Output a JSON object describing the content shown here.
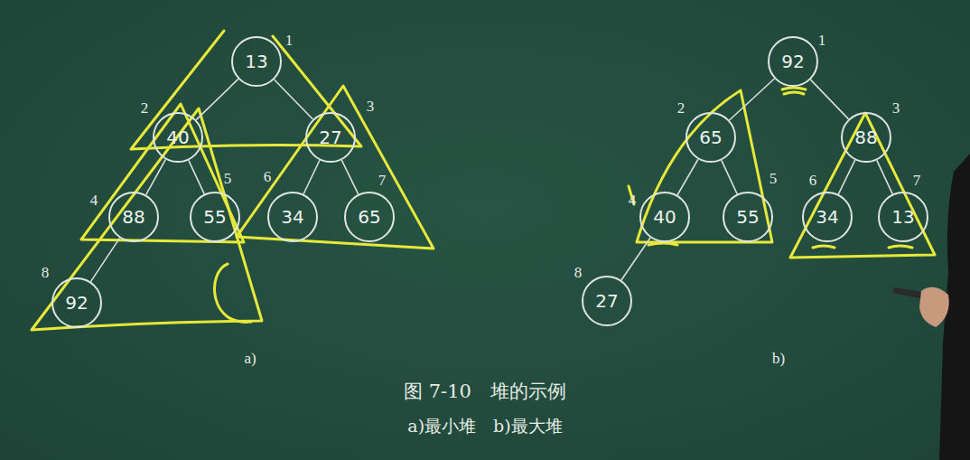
{
  "diagram": {
    "caption": "图 7-10　堆的示例",
    "nodes": [
      {
        "text": [
          "13"
        ]
      },
      {
        "text": [
          "40"
        ]
      },
      {
        "text": [
          "27"
        ]
      },
      {
        "text": [
          "88"
        ]
      },
      {
        "text": [
          "55"
        ]
      },
      {
        "text": [
          "34"
        ]
      },
      {
        "text": [
          "65"
        ]
      },
      {
        "text": [
          "92"
        ]
      },
      {
        "text": [
          "92"
        ]
      },
      {
        "text": [
          "65"
        ]
      },
      {
        "text": [
          "88"
        ]
      },
      {
        "text": [
          "40"
        ]
      },
      {
        "text": [
          "55"
        ]
      },
      {
        "text": [
          "34"
        ]
      },
      {
        "text": [
          "13"
        ]
      },
      {
        "text": [
          "27"
        ]
      }
    ],
    "edges": [
      {
        "from": 0,
        "to": 1,
        "arrow": "none"
      },
      {
        "from": 0,
        "to": 2,
        "arrow": "none"
      },
      {
        "from": 1,
        "to": 3,
        "arrow": "none"
      },
      {
        "from": 1,
        "to": 4,
        "arrow": "none"
      },
      {
        "from": 2,
        "to": 5,
        "arrow": "none"
      },
      {
        "from": 2,
        "to": 6,
        "arrow": "none"
      },
      {
        "from": 3,
        "to": 7,
        "arrow": "none"
      },
      {
        "from": 8,
        "to": 9,
        "arrow": "none"
      },
      {
        "from": 8,
        "to": 10,
        "arrow": "none"
      },
      {
        "from": 9,
        "to": 11,
        "arrow": "none"
      },
      {
        "from": 9,
        "to": 12,
        "arrow": "none"
      },
      {
        "from": 10,
        "to": 13,
        "arrow": "none"
      },
      {
        "from": 10,
        "to": 14,
        "arrow": "none"
      },
      {
        "from": 11,
        "to": 15,
        "arrow": "none"
      }
    ],
    "labels": [
      "1",
      "2",
      "3",
      "4",
      "5",
      "6",
      "7",
      "8",
      "a)",
      "1",
      "2",
      "3",
      "4",
      "5",
      "6",
      "7",
      "8",
      "b)",
      "a)最小堆　b)最大堆"
    ]
  }
}
